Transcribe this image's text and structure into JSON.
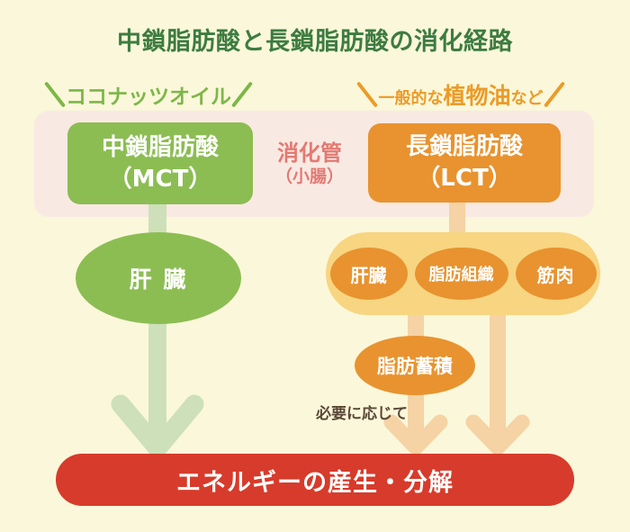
{
  "title": "中鎖脂肪酸と長鎖脂肪酸の消化経路",
  "source_labels": {
    "mct": "ココナッツオイル",
    "lct_prefix": "一般的な",
    "lct_main": "植物油",
    "lct_suffix": "など"
  },
  "digestive_tract": {
    "mct_box": {
      "line1": "中鎖脂肪酸",
      "line2": "（MCT）"
    },
    "label": {
      "line1": "消化管",
      "line2": "（小腸）"
    },
    "lct_box": {
      "line1": "長鎖脂肪酸",
      "line2": "（LCT）"
    }
  },
  "mct_path": {
    "liver": "肝 臓"
  },
  "lct_path": {
    "organs": [
      "肝臓",
      "脂肪組織",
      "筋肉"
    ],
    "fat_storage": "脂肪蓄積",
    "note": "必要に応じて"
  },
  "result": "エネルギーの産生・分解",
  "colors": {
    "background": "#FBF7DA",
    "title_green": "#3D7C40",
    "mct_green": "#8CBD53",
    "mct_label_green": "#7CB748",
    "lct_orange": "#E8932F",
    "lct_label_orange": "#EC9B27",
    "band_pink": "#F9E9E3",
    "tract_text_pink": "#E27A72",
    "organs_pill_orange": "#F8D581",
    "green_arrow": "#CDE0B9",
    "orange_arrow": "#F5D3A4",
    "note_brown": "#5A4738",
    "result_red": "#D73B2B"
  }
}
